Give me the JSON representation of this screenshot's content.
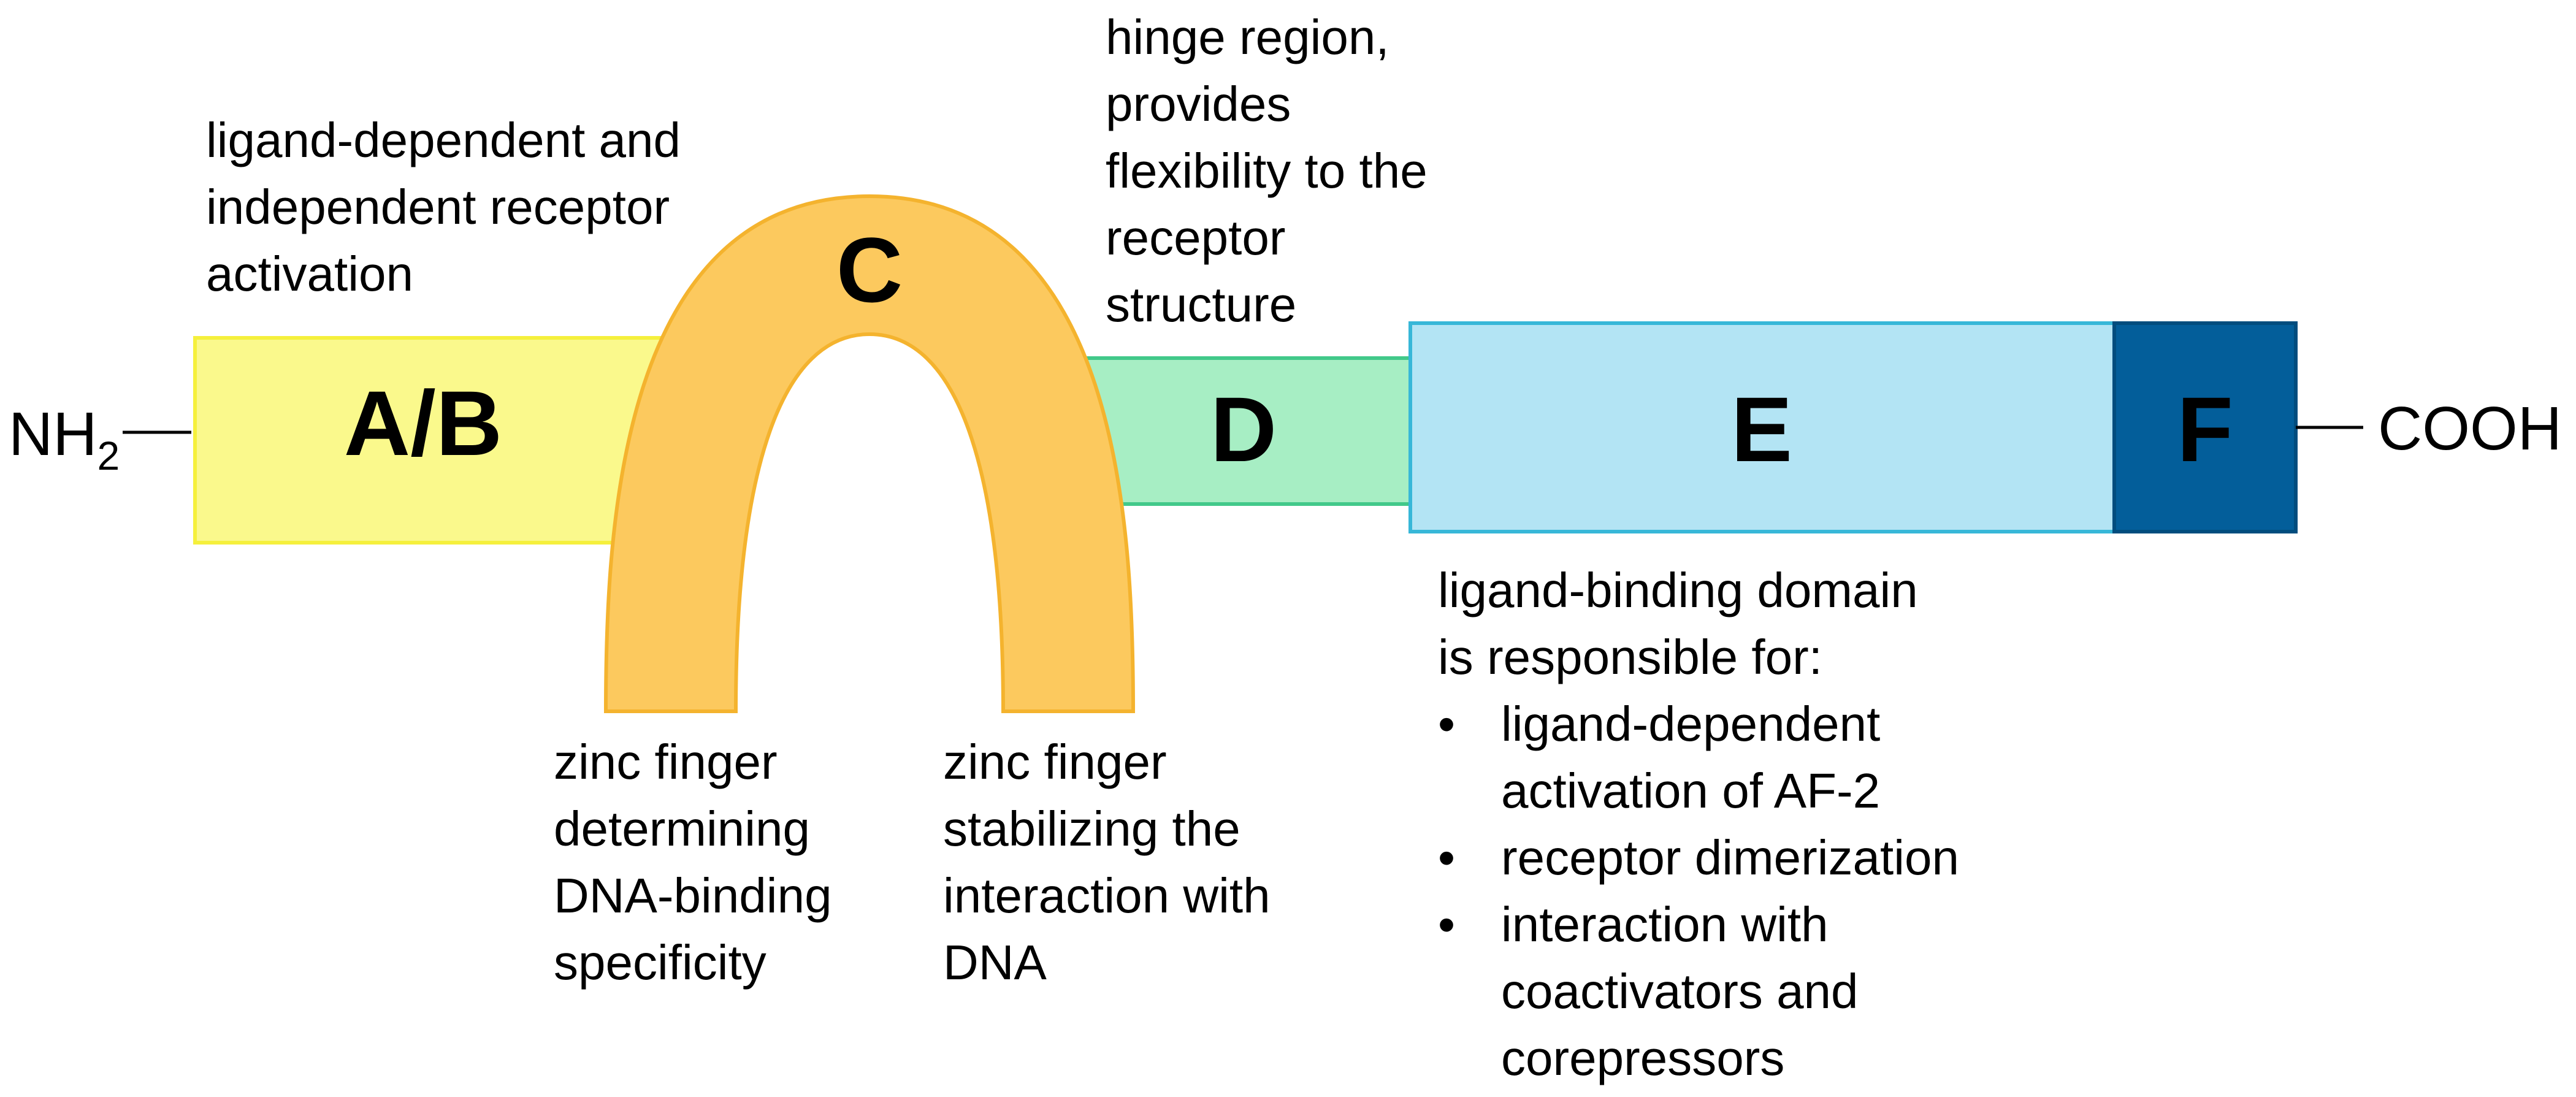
{
  "termini": {
    "n": "NH",
    "n_sub": "2",
    "c": "COOH"
  },
  "domains": {
    "ab": {
      "letter": "A/B",
      "fill": "#FAF98C",
      "stroke": "#F5F03C"
    },
    "c": {
      "letter": "C",
      "fill": "#FCC95E",
      "stroke": "#F4B32E"
    },
    "d": {
      "letter": "D",
      "fill": "#A7EEC4",
      "stroke": "#42C98A"
    },
    "e": {
      "letter": "E",
      "fill": "#B3E4F4",
      "stroke": "#37B7D8"
    },
    "f": {
      "letter": "F",
      "fill": "#035E9A",
      "stroke": "#024D7E"
    }
  },
  "annotations": {
    "ab": [
      "ligand-dependent and",
      "independent receptor",
      "activation"
    ],
    "d": [
      "hinge region,",
      "provides",
      "flexibility to the",
      "receptor",
      "structure"
    ],
    "c_left": [
      "zinc finger",
      "determining",
      "DNA-binding",
      "specificity"
    ],
    "c_right": [
      "zinc finger",
      "stabilizing the",
      "interaction with",
      "DNA"
    ],
    "e": {
      "intro": [
        "ligand-binding domain",
        "is responsible for:"
      ],
      "bullets": [
        [
          "ligand-dependent",
          "activation of AF-2"
        ],
        [
          "receptor dimerization"
        ],
        [
          "interaction with",
          "coactivators and",
          "corepressors"
        ]
      ]
    }
  }
}
